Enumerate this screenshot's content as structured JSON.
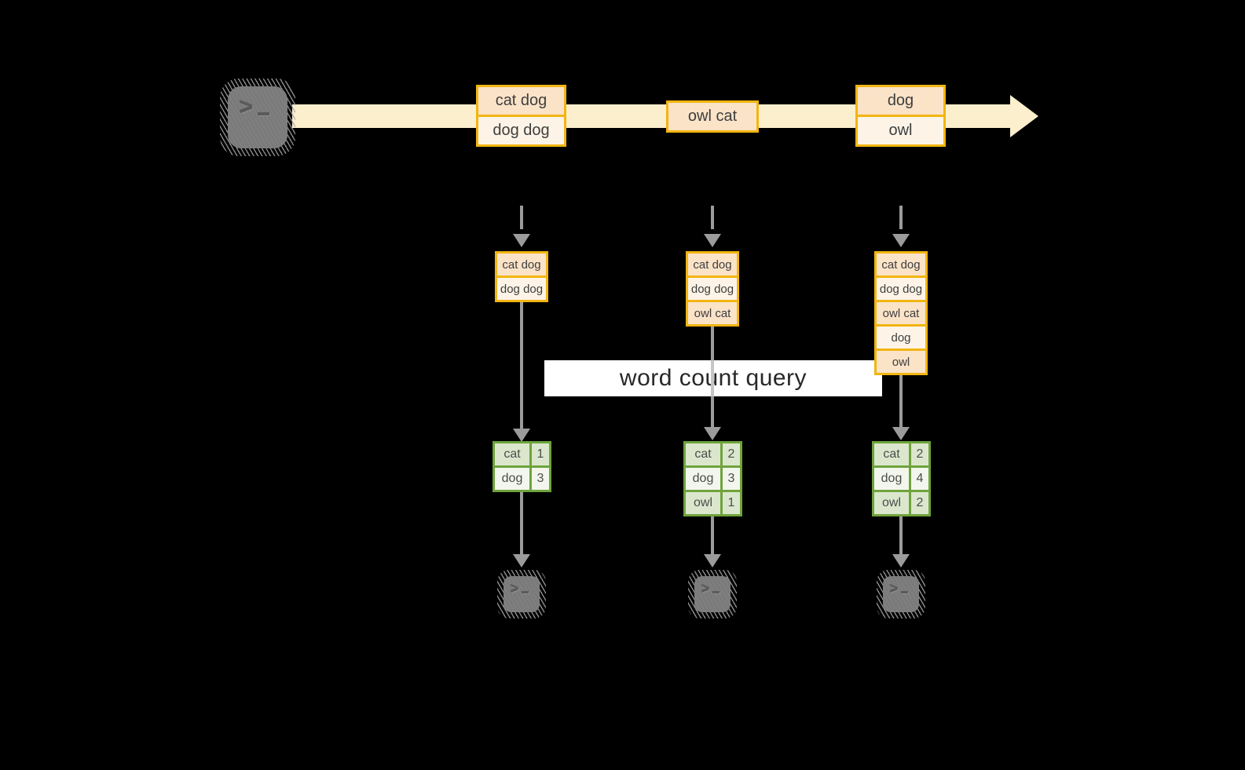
{
  "stream": {
    "source_icon": "terminal-icon",
    "batches": [
      {
        "items": [
          "cat dog",
          "dog dog"
        ]
      },
      {
        "items": [
          "owl cat"
        ]
      },
      {
        "items": [
          "dog",
          "owl"
        ]
      }
    ]
  },
  "query": {
    "label": "word count query"
  },
  "columns": [
    {
      "state": [
        "cat dog",
        "dog dog"
      ],
      "counts": [
        {
          "word": "cat",
          "count": "1"
        },
        {
          "word": "dog",
          "count": "3"
        }
      ],
      "sink_icon": "terminal-icon"
    },
    {
      "state": [
        "cat dog",
        "dog dog",
        "owl cat"
      ],
      "counts": [
        {
          "word": "cat",
          "count": "2"
        },
        {
          "word": "dog",
          "count": "3"
        },
        {
          "word": "owl",
          "count": "1"
        }
      ],
      "sink_icon": "terminal-icon"
    },
    {
      "state": [
        "cat dog",
        "dog dog",
        "owl cat",
        "dog",
        "owl"
      ],
      "counts": [
        {
          "word": "cat",
          "count": "2"
        },
        {
          "word": "dog",
          "count": "4"
        },
        {
          "word": "owl",
          "count": "2"
        }
      ],
      "sink_icon": "terminal-icon"
    }
  ],
  "colors": {
    "background": "#000000",
    "stream_fill": "#fbefcd",
    "box_border": "#f2b511",
    "box_fill_dark": "#fbe3c8",
    "box_fill_light": "#fdf4e7",
    "table_border": "#6fa33c",
    "table_fill_dark": "#dbe7cd",
    "table_fill_light": "#f2f6ec",
    "arrow_gray": "#9b9b9b",
    "terminal_gray": "#7e7e7e",
    "query_bg": "#ffffff"
  }
}
